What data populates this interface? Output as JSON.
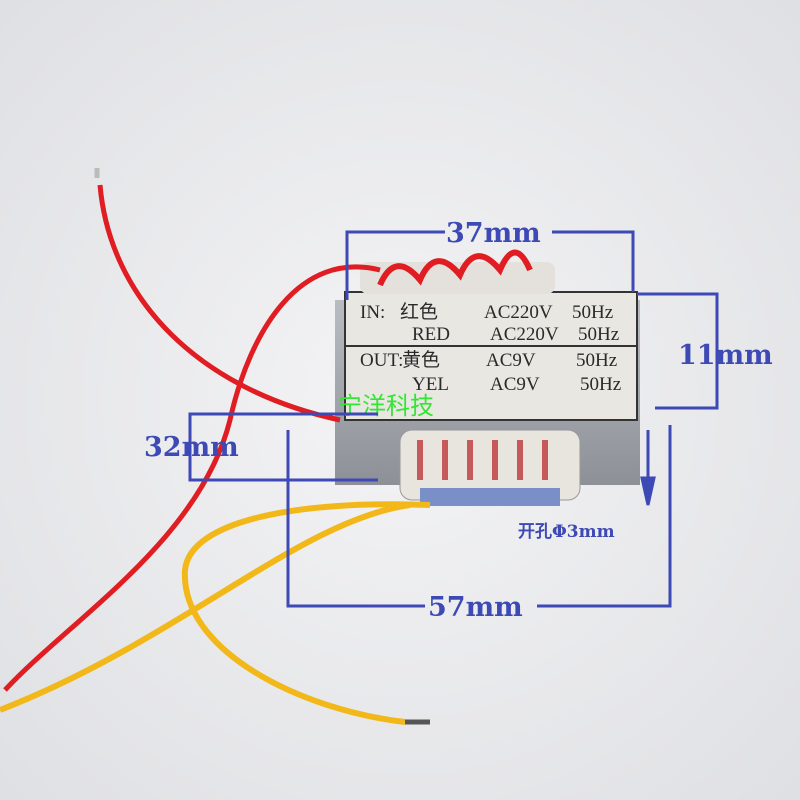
{
  "dimensions": {
    "width": "37mm",
    "height": "11mm",
    "depth": "32mm",
    "total_length": "57mm",
    "hole": "开孔Φ3mm"
  },
  "label": {
    "rows": [
      {
        "prefix": "IN:",
        "color": "红色",
        "voltage": "AC220V",
        "freq": "50Hz"
      },
      {
        "prefix": "",
        "color": "RED",
        "voltage": "AC220V",
        "freq": "50Hz"
      },
      {
        "prefix": "OUT:",
        "color": "黄色",
        "voltage": "AC9V",
        "freq": "50Hz"
      },
      {
        "prefix": "",
        "color": "YEL",
        "voltage": "AC9V",
        "freq": "50Hz"
      }
    ]
  },
  "watermark": "宁洋科技",
  "colors": {
    "annotation": "#3d49b4",
    "red_wire": "#e01d22",
    "yellow_wire": "#f2b81a",
    "watermark": "#33e633"
  }
}
